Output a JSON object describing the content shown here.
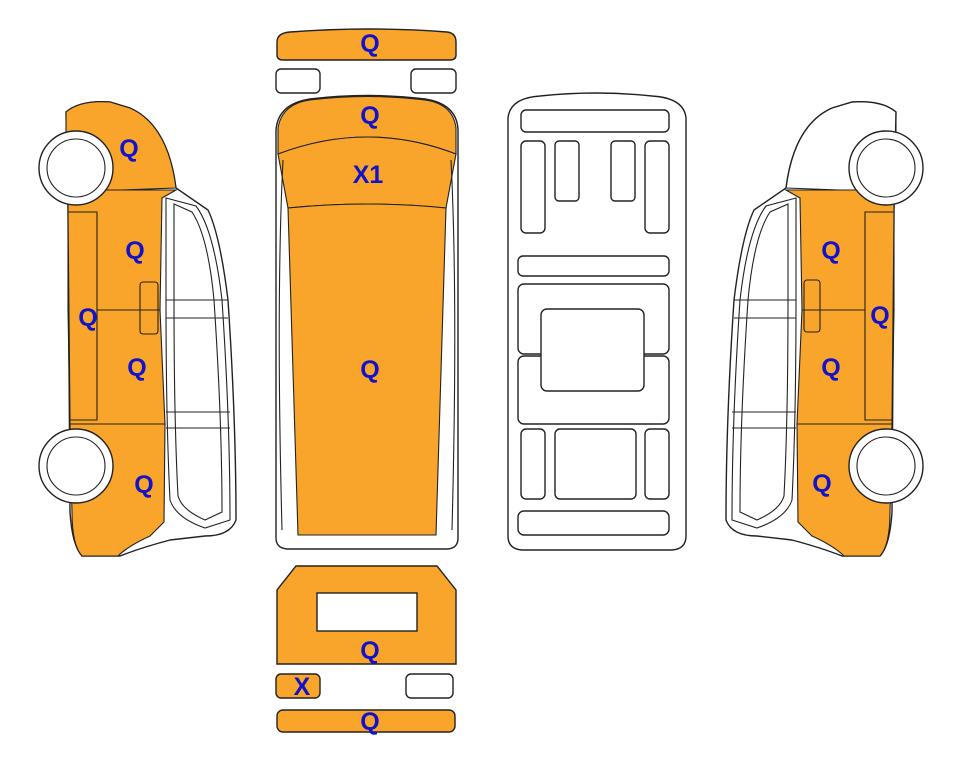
{
  "colors": {
    "damage": "#F9A52B",
    "mark_text": "#1212C8",
    "outline": "#222222",
    "background": "#FFFFFF"
  },
  "marks": {
    "front_bumper": "Q",
    "hood_front": "Q",
    "windshield": "X1",
    "roof": "Q",
    "left_front_fender": "Q",
    "left_front_door": "Q",
    "left_sill": "Q",
    "left_sliding_door": "Q",
    "left_rear_quarter": "Q",
    "right_front_door": "Q",
    "right_sill": "Q",
    "right_sliding_door": "Q",
    "right_rear_quarter": "Q",
    "rear_doors": "Q",
    "rear_left_lamp": "X",
    "rear_bumper": "Q"
  }
}
